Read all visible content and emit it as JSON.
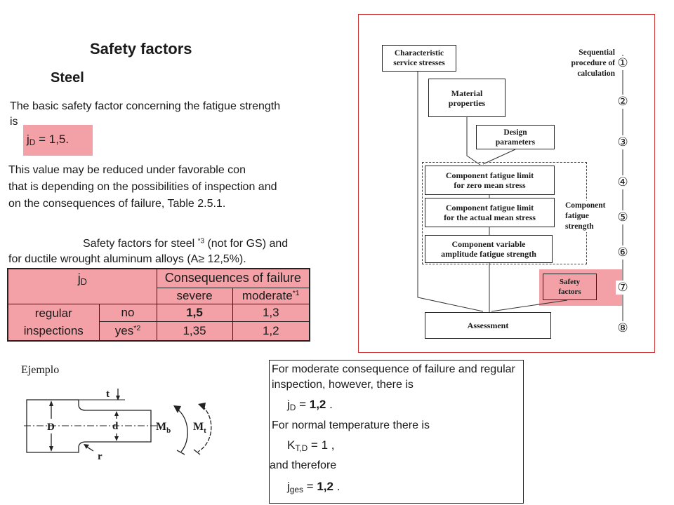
{
  "left_page": {
    "title": "Safety factors",
    "section": "Steel",
    "intro_lines": [
      "The basic safety factor concerning the fatigue strength",
      "is"
    ],
    "jd_formula": {
      "symbol": "j",
      "sub": "D",
      "rest": " = 1,5."
    },
    "reduction_lines": [
      "This value may be reduced under favorable con",
      "that is depending on the possibilities of inspection and",
      "on the consequences of failure, Table 2.5.1."
    ],
    "table_caption": {
      "line1_start": "Safety factors for steel ",
      "line1_note": "*3",
      "line1_end": " (not for GS) and",
      "line2": "for ductile wrought aluminum alloys (A≥ 12,5%)."
    },
    "table": {
      "header_symbol": "j",
      "header_sub": "D",
      "header_consequences": "Consequences of failure",
      "col_severe": "severe",
      "col_moderate": "moderate",
      "col_moderate_note": "*1",
      "row_group": [
        "regular",
        "inspections"
      ],
      "rows": [
        {
          "label": "no",
          "severe": "1,5",
          "moderate": "1,3"
        },
        {
          "label": "yes",
          "note": "*2",
          "severe": "1,35",
          "moderate": "1,2"
        }
      ]
    },
    "highlight_color": "#f3a0a6"
  },
  "flowchart": {
    "characteristic": [
      "Characteristic",
      "service stresses"
    ],
    "sequence_label": [
      "Sequential",
      "procedure of",
      "calculation"
    ],
    "material": [
      "Material",
      "properties"
    ],
    "design": [
      "Design",
      "parameters"
    ],
    "zero_mean": [
      "Component fatigue limit",
      "for zero mean stress"
    ],
    "actual_mean": [
      "Component fatigue limit",
      "for the actual mean stress"
    ],
    "variable_amplitude": [
      "Component variable",
      "amplitude fatigue strength"
    ],
    "component_strength": [
      "Component",
      "fatigue",
      "strength"
    ],
    "safety": [
      "Safety",
      "factors"
    ],
    "assessment": "Assessment",
    "steps": [
      "①",
      "②",
      "③",
      "④",
      "⑤",
      "⑥",
      "⑦",
      "⑧"
    ],
    "frame_color": "#cc3333"
  },
  "example": {
    "label": "Ejemplo",
    "dim_t": "t",
    "dim_D": "D",
    "dim_d": "d",
    "dim_r": "r",
    "moment_bending": {
      "symbol": "M",
      "sub": "b"
    },
    "moment_torsion": {
      "symbol": "M",
      "sub": "t"
    }
  },
  "note_box": {
    "lines": [
      "For moderate consequence of failure and regular",
      "inspection, however, there is"
    ],
    "jd": {
      "symbol": "j",
      "sub": "D",
      "eq": " = ",
      "value": "1,2",
      "tail": " ."
    },
    "temp_line": "For normal temperature there is",
    "ktd": {
      "symbol": "K",
      "sub": "T,D",
      "eq": " = ",
      "value": "1",
      "tail": " ,"
    },
    "therefore": "and therefore",
    "jges": {
      "symbol": "j",
      "sub": "ges",
      "eq": " = ",
      "value": "1,2",
      "tail": " ."
    }
  }
}
